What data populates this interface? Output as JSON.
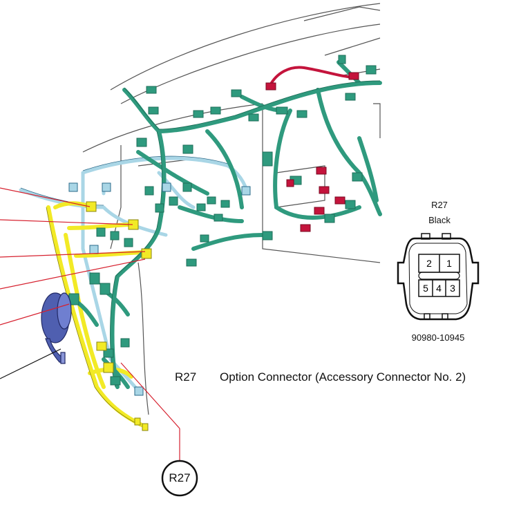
{
  "colors": {
    "harness_green": "#2f9a7e",
    "harness_green_dark": "#1d6e58",
    "harness_light_blue": "#a9d6e6",
    "harness_yellow": "#f2ea26",
    "connector_red": "#c4143c",
    "connector_blue": "#4f5fb0",
    "leader_red": "#d6202e",
    "outline": "#444444"
  },
  "connector_view": {
    "code": "R27",
    "color_label": "Black",
    "part_number": "90980-10945",
    "pins_top": [
      "2",
      "1"
    ],
    "pins_bottom": [
      "5",
      "4",
      "3"
    ]
  },
  "caption": {
    "code": "R27",
    "description": "Option Connector (Accessory Connector No. 2)"
  },
  "callout": {
    "label": "R27"
  }
}
